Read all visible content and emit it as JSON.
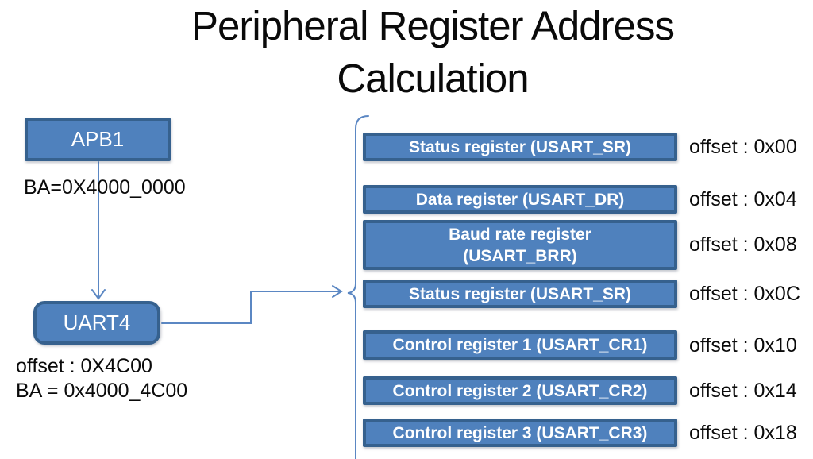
{
  "title": "Peripheral Register Address Calculation",
  "apb1": {
    "label": "APB1",
    "base_address": "BA=0X4000_0000"
  },
  "uart4": {
    "label": "UART4",
    "offset": "offset : 0X4C00",
    "base_address": "BA = 0x4000_4C00"
  },
  "registers": [
    {
      "label": "Status register (USART_SR)",
      "offset": "offset : 0x00"
    },
    {
      "label": "Data register (USART_DR)",
      "offset": "offset : 0x04"
    },
    {
      "label": "Baud rate register\n(USART_BRR)",
      "offset": "offset : 0x08"
    },
    {
      "label": "Status register (USART_SR)",
      "offset": "offset : 0x0C"
    },
    {
      "label": "Control register 1 (USART_CR1)",
      "offset": "offset : 0x10"
    },
    {
      "label": "Control register 2 (USART_CR2)",
      "offset": "offset : 0x14"
    },
    {
      "label": "Control register 3 (USART_CR3)",
      "offset": "offset : 0x18"
    }
  ],
  "colors": {
    "box_fill": "#4f81bd",
    "box_border": "#36618e",
    "connector": "#5b87c3",
    "box_text": "#ffffff",
    "text": "#0a0a0a",
    "background": "#ffffff"
  }
}
